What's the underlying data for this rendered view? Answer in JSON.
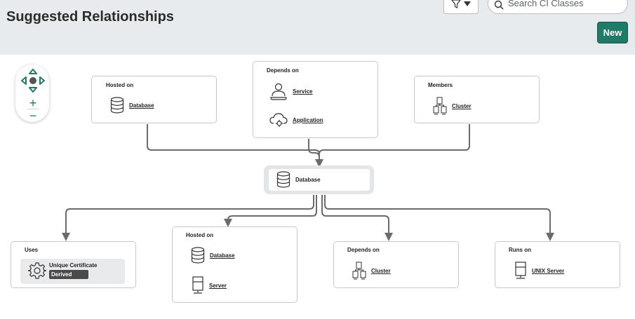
{
  "header": {
    "title": "Suggested Relationships",
    "search_placeholder": "Search CI Classes",
    "new_label": "New"
  },
  "center": {
    "name": "Database"
  },
  "groups": {
    "hosted_on_top": {
      "label": "Hosted on",
      "items": [
        "Database"
      ]
    },
    "depends_on_top": {
      "label": "Depends on",
      "items": [
        "Service",
        "Application"
      ]
    },
    "members": {
      "label": "Members",
      "items": [
        "Cluster"
      ]
    },
    "uses": {
      "label": "Uses",
      "items": [
        "Unique Certificate"
      ],
      "badge": "Derived"
    },
    "hosted_on_bottom": {
      "label": "Hosted on",
      "items": [
        "Database",
        "Server"
      ]
    },
    "depends_on_bottom": {
      "label": "Depends on",
      "items": [
        "Cluster"
      ]
    },
    "runs_on": {
      "label": "Runs on",
      "items": [
        "UNIX Server"
      ]
    }
  },
  "colors": {
    "accent": "#1f7a68",
    "header_bg": "#e7ebee",
    "edge": "#6b6b6b"
  }
}
